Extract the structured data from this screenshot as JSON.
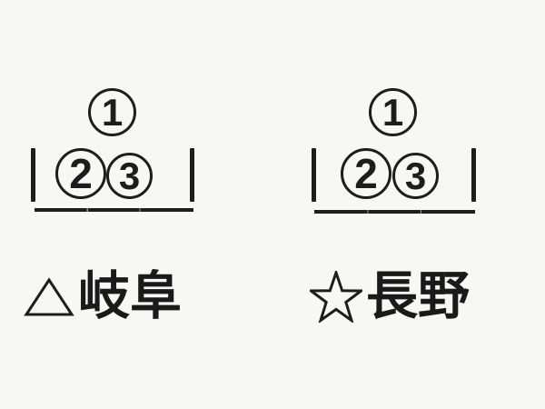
{
  "page": {
    "background_color": "#f7f7f5",
    "ink_color": "#1d1d1d"
  },
  "cards": [
    {
      "top_circle": "1",
      "left_circle": "2",
      "right_circle": "3",
      "marker_icon": "triangle-outline",
      "label": "岐阜"
    },
    {
      "top_circle": "1",
      "left_circle": "2",
      "right_circle": "3",
      "marker_icon": "star-outline",
      "label": "長野"
    }
  ]
}
